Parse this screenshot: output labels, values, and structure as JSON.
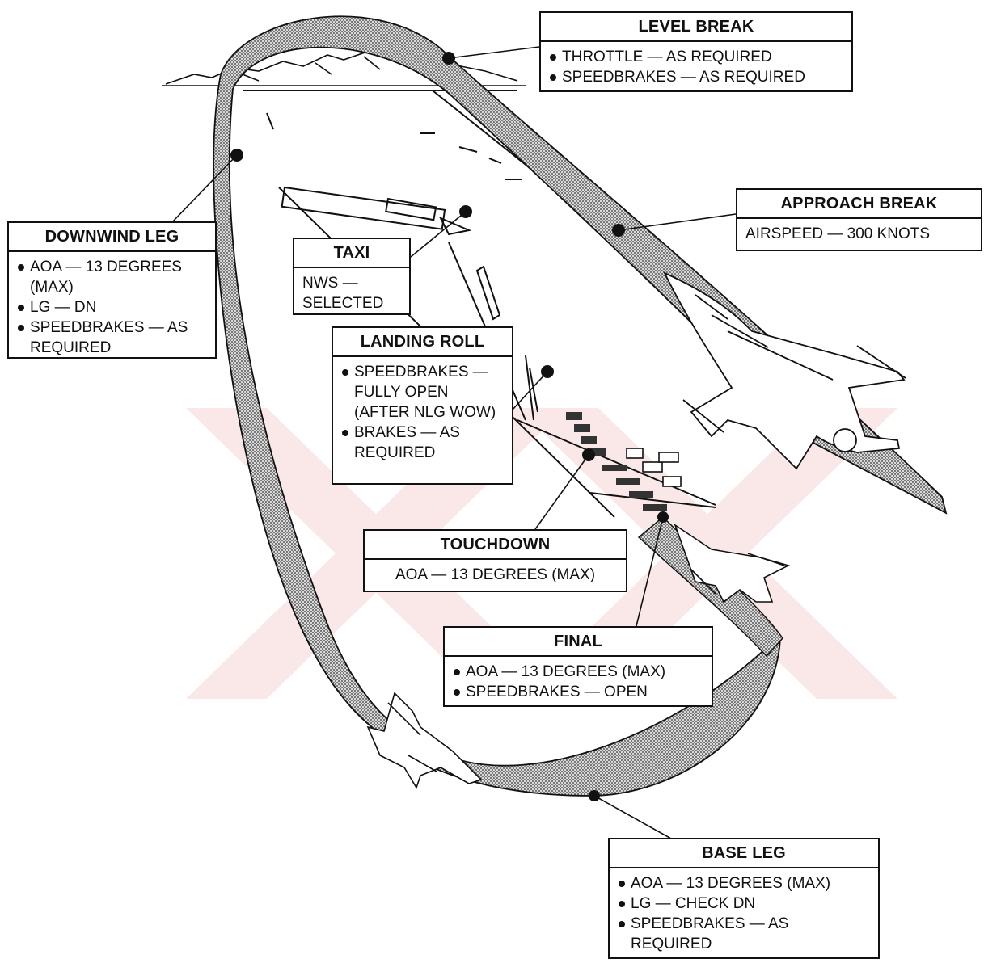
{
  "callouts": {
    "level_break": {
      "title": "LEVEL BREAK",
      "items": [
        "THROTTLE — AS REQUIRED",
        "SPEEDBRAKES — AS REQUIRED"
      ]
    },
    "approach_break": {
      "title": "APPROACH BREAK",
      "text": "AIRSPEED — 300 KNOTS"
    },
    "downwind_leg": {
      "title": "DOWNWIND LEG",
      "items": [
        "AOA — 13 DEGREES (MAX)",
        "LG — DN",
        "SPEEDBRAKES — AS REQUIRED"
      ]
    },
    "taxi": {
      "title": "TAXI",
      "text": "NWS — SELECTED"
    },
    "landing_roll": {
      "title": "LANDING ROLL",
      "items": [
        "SPEEDBRAKES — FULLY OPEN (AFTER NLG WOW)",
        "BRAKES — AS REQUIRED"
      ]
    },
    "touchdown": {
      "title": "TOUCHDOWN",
      "text": "AOA — 13 DEGREES (MAX)"
    },
    "final": {
      "title": "FINAL",
      "items": [
        "AOA — 13 DEGREES (MAX)",
        "SPEEDBRAKES — OPEN"
      ]
    },
    "base_leg": {
      "title": "BASE LEG",
      "items": [
        "AOA — 13 DEGREES (MAX)",
        "LG — CHECK DN",
        "SPEEDBRAKES — AS REQUIRED"
      ]
    }
  },
  "colors": {
    "ink": "#111111",
    "path_fill": "#a9a9a9",
    "watermark": "#f7d6d6"
  }
}
